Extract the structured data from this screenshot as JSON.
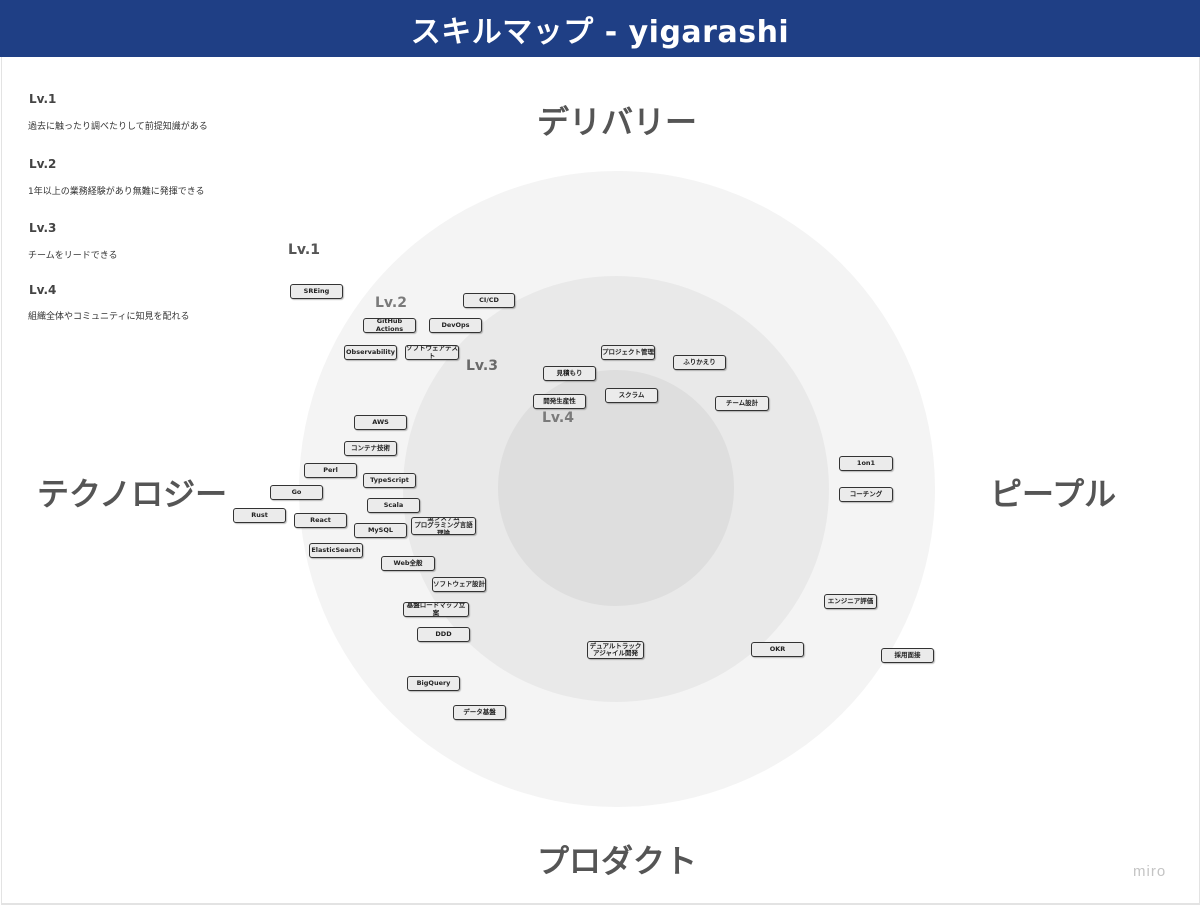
{
  "header": {
    "title": "スキルマップ - yigarashi",
    "color": "#1f3f85"
  },
  "legend": [
    {
      "level": "Lv.1",
      "description": "過去に触ったり調べたりして前提知識がある"
    },
    {
      "level": "Lv.2",
      "description": "1年以上の業務経験があり無難に発揮できる"
    },
    {
      "level": "Lv.3",
      "description": "チームをリードできる"
    },
    {
      "level": "Lv.4",
      "description": "組織全体やコミュニティに知見を配れる"
    }
  ],
  "rings": {
    "lv1": "Lv.1",
    "lv2": "Lv.2",
    "lv3": "Lv.3",
    "lv4": "Lv.4"
  },
  "axes": {
    "top": "デリバリー",
    "left": "テクノロジー",
    "right": "ピープル",
    "bottom": "プロダクト"
  },
  "skills": {
    "sreing": "SREing",
    "cicd": "CI/CD",
    "github_actions": "GitHub Actions",
    "devops": "DevOps",
    "observability": "Observability",
    "software_test": "ソフトウェアテスト",
    "project_mgmt": "プロジェクト管理",
    "furikaeri": "ふりかえり",
    "estimation": "見積もり",
    "dev_productivity": "開発生産性",
    "scrum": "スクラム",
    "team_design": "チーム設計",
    "aws": "AWS",
    "container": "コンテナ技術",
    "perl": "Perl",
    "typescript": "TypeScript",
    "go": "Go",
    "scala": "Scala",
    "rust": "Rust",
    "react": "React",
    "mysql": "MySQL",
    "type_system": "型システム\nプログラミング言語理論",
    "elasticsearch": "ElasticSearch",
    "web_general": "Web全般",
    "software_design": "ソフトウェア設計",
    "infra_roadmap": "基盤ロードマップ立案",
    "ddd": "DDD",
    "bigquery": "BigQuery",
    "data_infra": "データ基盤",
    "dual_track": "デュアルトラック\nアジャイル開発",
    "okr": "OKR",
    "one_on_one": "1on1",
    "coaching": "コーチング",
    "engineer_eval": "エンジニア評価",
    "hiring_interview": "採用面接"
  },
  "watermark": "miro"
}
